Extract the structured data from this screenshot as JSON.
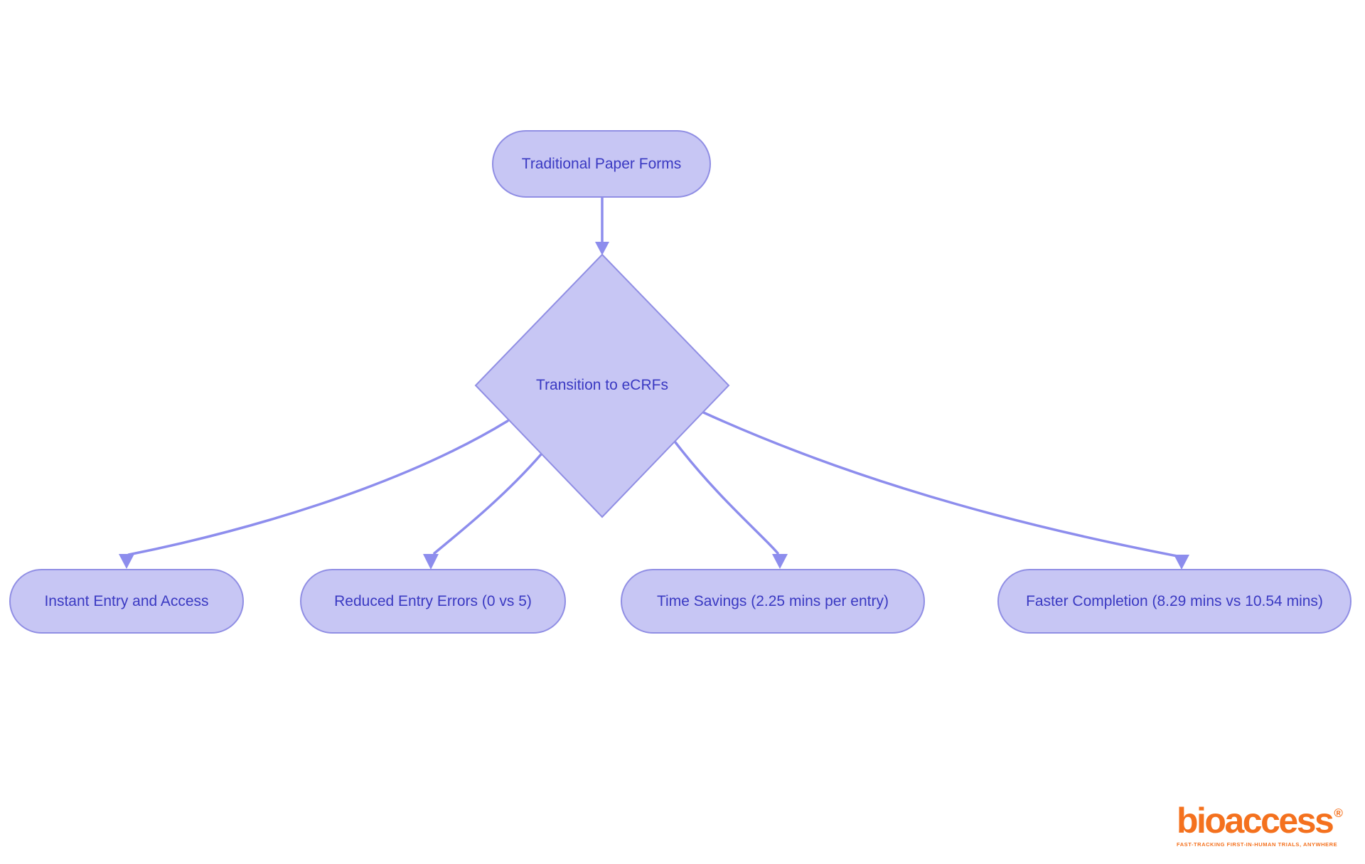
{
  "colors": {
    "background": "#ffffff",
    "node_fill": "#c7c6f4",
    "node_border": "#908ee4",
    "edge": "#8d8ded",
    "ink": "#3a39c2",
    "logo_orange": "#f4711e"
  },
  "flowchart": {
    "start": {
      "label": "Traditional Paper Forms"
    },
    "decision": {
      "label": "Transition to eCRFs"
    },
    "outcomes": [
      {
        "label": "Instant Entry and Access"
      },
      {
        "label": "Reduced Entry Errors (0 vs 5)"
      },
      {
        "label": "Time Savings (2.25 mins per entry)"
      },
      {
        "label": "Faster Completion (8.29 mins vs 10.54 mins)"
      }
    ]
  },
  "logo": {
    "brand": "bioaccess",
    "registered": "®",
    "tagline": "FAST-TRACKING FIRST-IN-HUMAN TRIALS, ANYWHERE"
  }
}
